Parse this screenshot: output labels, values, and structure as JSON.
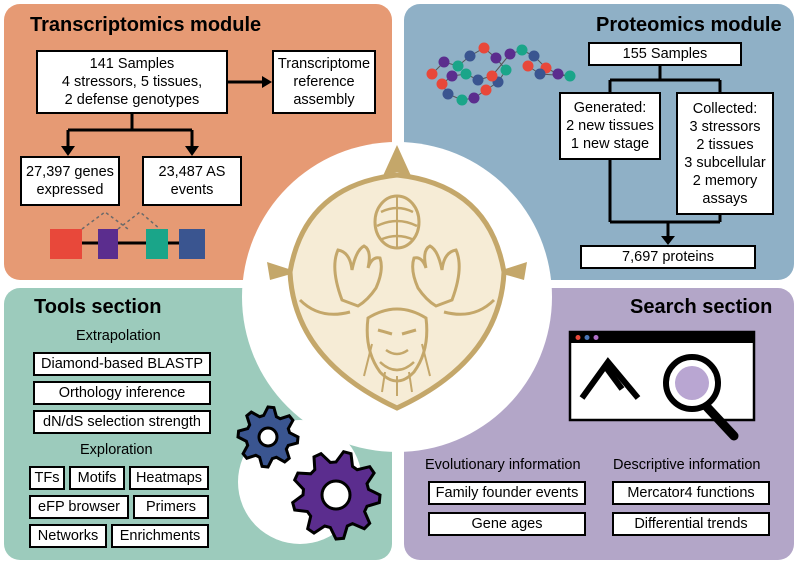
{
  "transcriptomics": {
    "title": "Transcriptomics module",
    "samples": "141 Samples\n4 stressors, 5 tissues,\n2 defense genotypes",
    "reference": "Transcriptome\nreference\nassembly",
    "genes": "27,397 genes\nexpressed",
    "as_events": "23,487 AS\nevents"
  },
  "proteomics": {
    "title": "Proteomics module",
    "samples": "155 Samples",
    "generated": "Generated:\n2 new tissues\n1 new stage",
    "collected": "Collected:\n3 stressors\n2 tissues\n3 subcellular\n2 memory\nassays",
    "proteins": "7,697 proteins"
  },
  "tools": {
    "title": "Tools section",
    "extrapolation_label": "Extrapolation",
    "extrapolation": [
      "Diamond-based BLASTP",
      "Orthology inference",
      "dN/dS selection strength"
    ],
    "exploration_label": "Exploration",
    "exploration": [
      "TFs",
      "Motifs",
      "Heatmaps",
      "eFP browser",
      "Primers",
      "Networks",
      "Enrichments"
    ]
  },
  "search": {
    "title": "Search section",
    "evolutionary_label": "Evolutionary information",
    "evolutionary": [
      "Family founder events",
      "Gene ages"
    ],
    "descriptive_label": "Descriptive information",
    "descriptive": [
      "Mercator4 functions",
      "Differential trends"
    ]
  },
  "colors": {
    "transcriptomics_bg": "#e69a74",
    "proteomics_bg": "#8fb0c6",
    "tools_bg": "#9ccbbc",
    "search_bg": "#b3a6c8",
    "logo_gold": "#c4a76a",
    "logo_cream": "#f6ecd6",
    "exon_red": "#e8483a",
    "exon_purple": "#5b2d8e",
    "exon_teal": "#1aa589",
    "exon_blue": "#3a5590"
  }
}
